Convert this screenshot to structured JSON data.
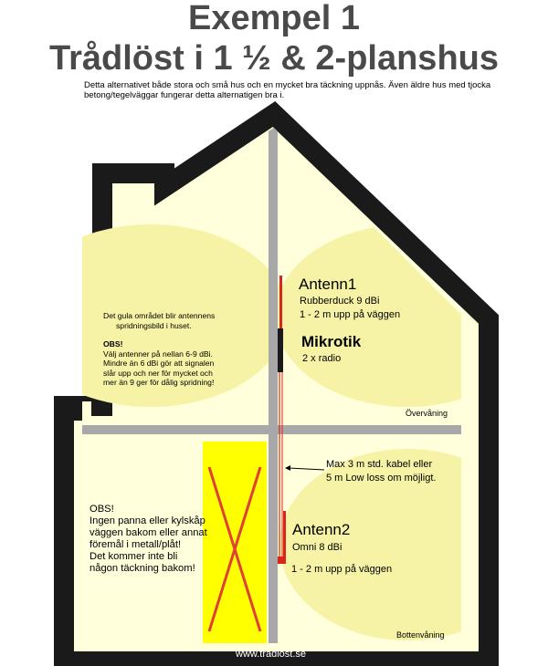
{
  "title_line1": "Exempel 1",
  "title_line2": "Trådlöst i 1 ½ & 2-planshus",
  "intro": "Detta alternativet både stora och små hus och en mycket bra täckning uppnås. Även äldre hus med tjocka betong/tegelväggar fungerar detta alternatigen bra i.",
  "note_coverage": {
    "line1": "Det gula området blir antennens",
    "line2": "spridningsbild i huset.",
    "obs_label": "OBS!",
    "lines": [
      "Välj antenner på nellan 6-9 dBi.",
      "Mindre än 6 dBi gör att signalen",
      "slår upp och ner för mycket och",
      "mer än 9 ger för dålig spridning!"
    ]
  },
  "antenna1": {
    "name": "Antenn1",
    "type": "Rubberduck 9 dBi",
    "height": "1 - 2 m upp på väggen"
  },
  "mikrotik": {
    "name": "Mikrotik",
    "radio": "2 x radio"
  },
  "floor_upper": "Övervåning",
  "cable_note": {
    "line1": "Max 3 m std. kabel eller",
    "line2": "5 m Low loss om möjligt."
  },
  "antenna2": {
    "name": "Antenn2",
    "type": "Omni 8 dBi",
    "height": "1 - 2 m upp på väggen"
  },
  "floor_lower": "Bottenvåning",
  "obs_warning": [
    "OBS!",
    "Ingen panna eller kylskåp",
    "väggen bakom eller annat",
    "föremål i metall/plåt!",
    "Det kommer inte bli",
    "någon täckning bakom!"
  ],
  "website": "www.tradlost.se",
  "colors": {
    "house_outline": "#1a1a1a",
    "interior": "#ffffdc",
    "coverage": "#f7f3a6",
    "wall": "#a8a8a8",
    "obstacle_fill": "#ffff00",
    "cross": "#e0403a",
    "antenna": "#d9261c",
    "title": "#4a4a4a"
  }
}
